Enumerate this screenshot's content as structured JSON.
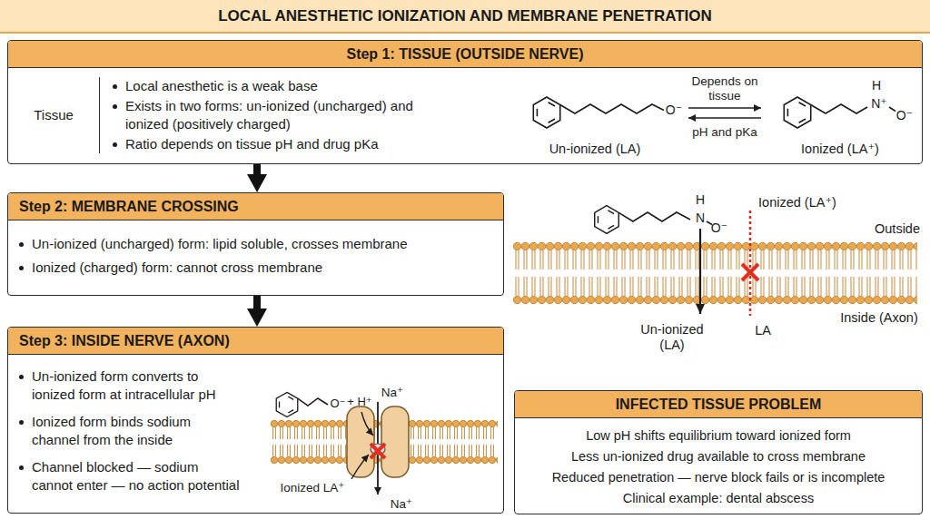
{
  "diagram": {
    "title": "LOCAL ANESTHETIC IONIZATION AND MEMBRANE PENETRATION",
    "nodes": [
      {
        "text": [
          "Step 1: TISSUE (OUTSIDE NERVE)",
          "Tissue",
          "Local anesthetic is a weak base",
          "Exists in two forms: un-ionized (uncharged) and ionized (positively charged)",
          "Ratio depends on tissue pH and drug pKa"
        ]
      },
      {
        "text": [
          "Step 2: MEMBRANE CROSSING",
          "Un-ionized (uncharged) form: lipid soluble, crosses membrane",
          "Ionized (charged) form: cannot cross membrane"
        ]
      },
      {
        "text": [
          "Step 3: INSIDE NERVE (AXON)",
          "Un-ionized form converts to ionized form at intracellular pH",
          "Ionized form binds sodium channel from the inside",
          "Channel blocked — sodium cannot enter — no action potential"
        ]
      },
      {
        "text": [
          "INFECTED TISSUE PROBLEM",
          "Low pH shifts equilibrium toward ionized form",
          "Less un-ionized drug available to cross membrane",
          "Reduced penetration — nerve block fails or is incomplete",
          "Clinical example: dental abscess"
        ]
      }
    ],
    "edges": [
      {
        "from": 0,
        "to": 1,
        "arrow": "to"
      },
      {
        "from": 1,
        "to": 2,
        "arrow": "to"
      }
    ],
    "labels": [
      "Depends on tissue",
      "pH and pKa",
      "Un-ionized (LA)",
      "O⁻",
      "Ionized (LA⁺)",
      "H",
      "N⁺",
      "O⁻",
      "H",
      "N",
      "O⁻",
      "Ionized (LA⁺)",
      "Outside",
      "Inside (Axon)",
      "Un-ionized (LA)",
      "LA",
      "O⁻",
      "+ H⁺",
      "Na⁺",
      "Na⁺",
      "Ionized LA⁺"
    ]
  }
}
